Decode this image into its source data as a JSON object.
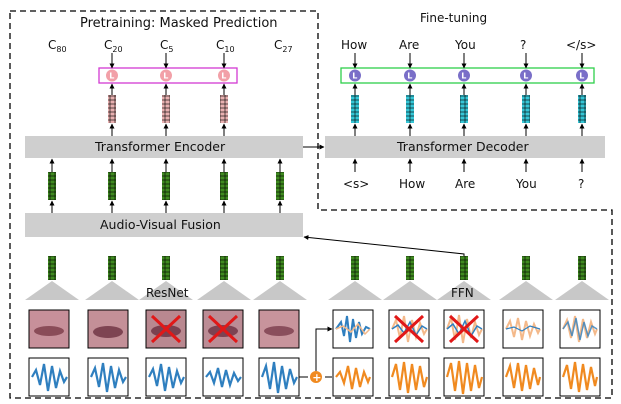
{
  "sections": {
    "pretraining_title": "Pretraining: Masked Prediction",
    "finetuning_title": "Fine-tuning"
  },
  "blocks": {
    "encoder": "Transformer Encoder",
    "decoder": "Transformer Decoder",
    "fusion": "Audio-Visual Fusion",
    "resnet": "ResNet",
    "ffn": "FFN"
  },
  "clusters": [
    {
      "base": "C",
      "sub": "80"
    },
    {
      "base": "C",
      "sub": "20"
    },
    {
      "base": "C",
      "sub": "5"
    },
    {
      "base": "C",
      "sub": "10"
    },
    {
      "base": "C",
      "sub": "27"
    }
  ],
  "decoder_outputs": [
    "How",
    "Are",
    "You",
    "?",
    "</s>"
  ],
  "decoder_inputs": [
    "<s>",
    "How",
    "Are",
    "You",
    "?"
  ],
  "loss_label": "L",
  "mask_symbol": "✕",
  "add_symbol": "+",
  "colors": {
    "block_gray": "#cfcfcf",
    "encoder_feature": "#3f8a20",
    "projection_feature": "#e8b0b0",
    "decoder_feature": "#35c6d6",
    "loss_pink": "#f2a0a8",
    "loss_purple": "#7a6fc8",
    "pretrain_box": "#d23ad2",
    "finetune_box": "#2ecf4a",
    "audio_blue": "#2f7fbf",
    "audio_orange": "#f08a20",
    "mask_red": "#e11818"
  }
}
